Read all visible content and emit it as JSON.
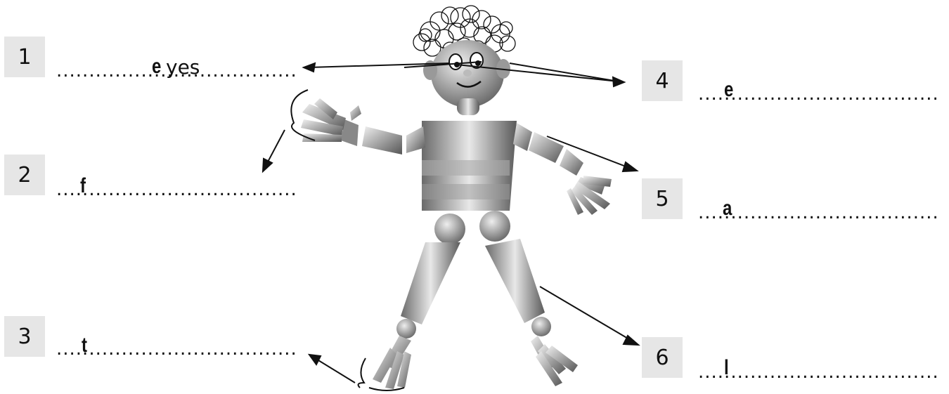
{
  "items": [
    {
      "number": "1",
      "hint": "e",
      "typed": "yes"
    },
    {
      "number": "2",
      "hint": "f",
      "typed": ""
    },
    {
      "number": "3",
      "hint": "t",
      "typed": ""
    },
    {
      "number": "4",
      "hint": "e",
      "typed": ""
    },
    {
      "number": "5",
      "hint": "a",
      "typed": ""
    },
    {
      "number": "6",
      "hint": "l",
      "typed": ""
    }
  ],
  "dot_leader": "......................................................",
  "icons": {
    "figure": "cartoon-child-figure",
    "arrows": "label-arrows"
  }
}
